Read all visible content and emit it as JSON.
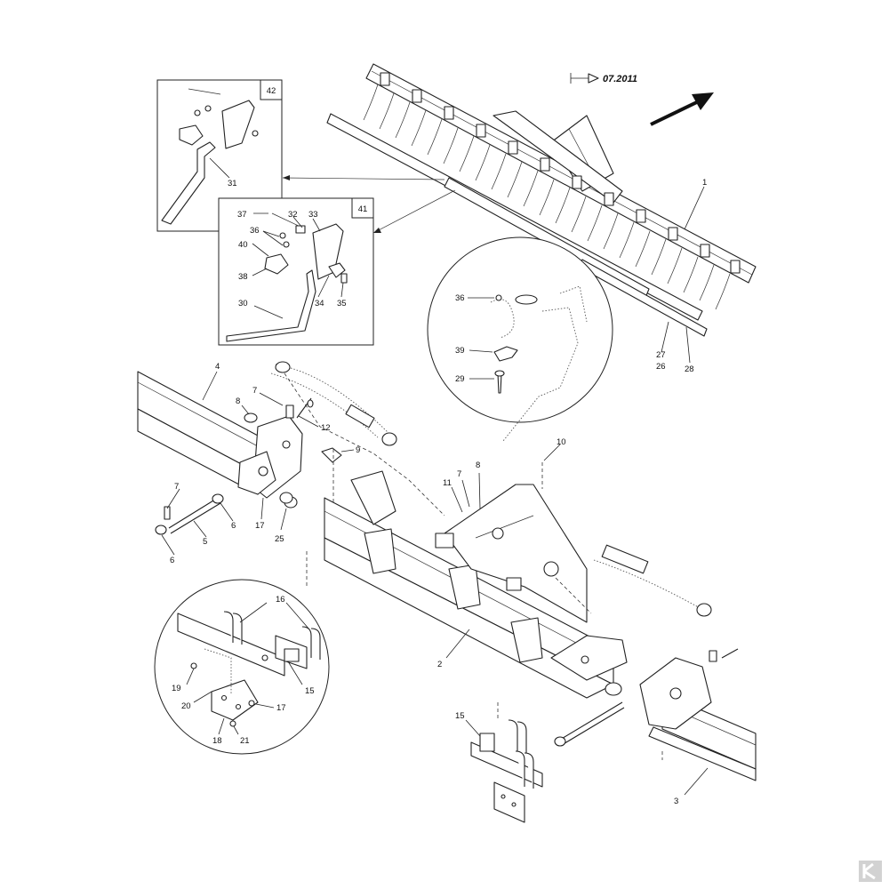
{
  "validity": {
    "date": "07.2011"
  },
  "insets": {
    "box_42": "42",
    "box_41": "41"
  },
  "callouts": {
    "c1": "1",
    "c2": "2",
    "c3": "3",
    "c4": "4",
    "c5": "5",
    "c6a": "6",
    "c6b": "6",
    "c7a": "7",
    "c7b": "7",
    "c7c": "7",
    "c8a": "8",
    "c8b": "8",
    "c9": "9",
    "c10": "10",
    "c11": "11",
    "c12": "12",
    "c15a": "15",
    "c15b": "15",
    "c16": "16",
    "c17a": "17",
    "c17b": "17",
    "c18": "18",
    "c19": "19",
    "c20": "20",
    "c21": "21",
    "c25": "25",
    "c26": "26",
    "c27": "27",
    "c28": "28",
    "c29": "29",
    "c30": "30",
    "c31": "31",
    "c32": "32",
    "c33": "33",
    "c34": "34",
    "c35": "35",
    "c36a": "36",
    "c36b": "36",
    "c37": "37",
    "c38": "38",
    "c39": "39",
    "c40": "40"
  },
  "colors": {
    "line": "#222222",
    "logo": "#c8c8c8"
  },
  "logo_icon": "brand-logo-icon"
}
